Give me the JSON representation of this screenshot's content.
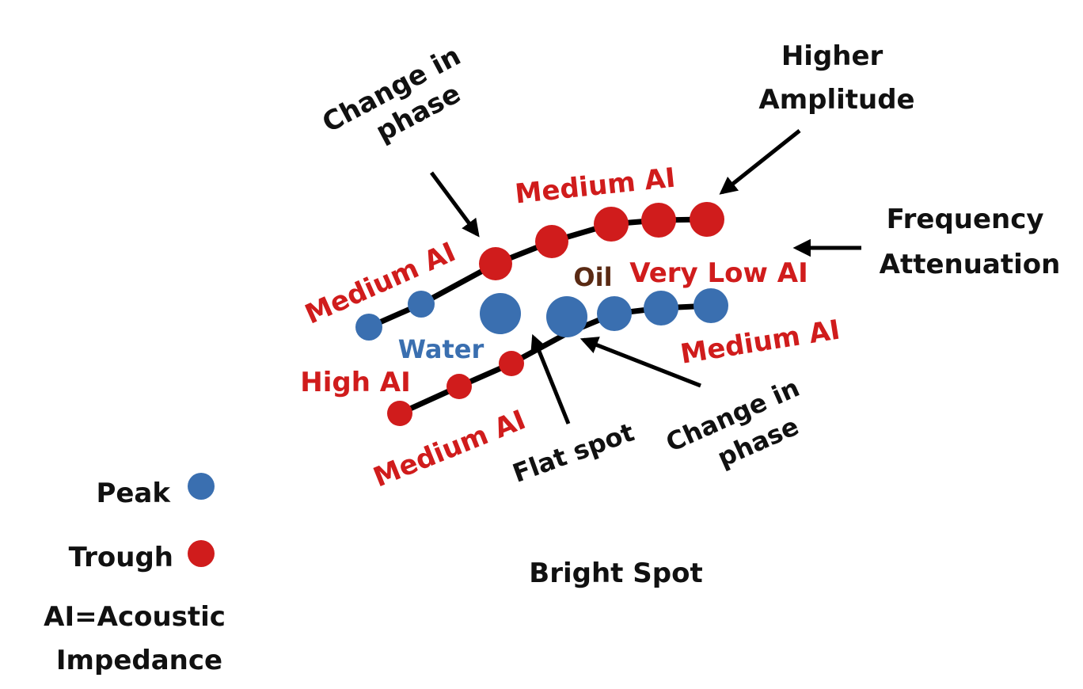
{
  "title": "Bright Spot",
  "colors": {
    "peak": "#3a6fb0",
    "trough": "#d01c1c",
    "text": "#111111"
  },
  "annotations": {
    "change_in_phase_top": [
      "Change in",
      "phase"
    ],
    "higher_amplitude": [
      "Higher",
      "Amplitude"
    ],
    "frequency_attenuation": [
      "Frequency",
      "Attenuation"
    ],
    "flat_spot": "Flat spot",
    "change_in_phase_bottom": [
      "Change in",
      "phase"
    ]
  },
  "zone_labels": {
    "medium_ai_top_right": "Medium AI",
    "medium_ai_top_left": "Medium AI",
    "oil": "Oil",
    "very_low_ai": "Very Low AI",
    "water": "Water",
    "high_ai": "High AI",
    "medium_ai_bottom_right": "Medium AI",
    "medium_ai_bottom_left": "Medium AI"
  },
  "legend": {
    "peak": "Peak",
    "trough": "Trough",
    "definition": [
      "AI=Acoustic",
      "Impedance"
    ]
  }
}
